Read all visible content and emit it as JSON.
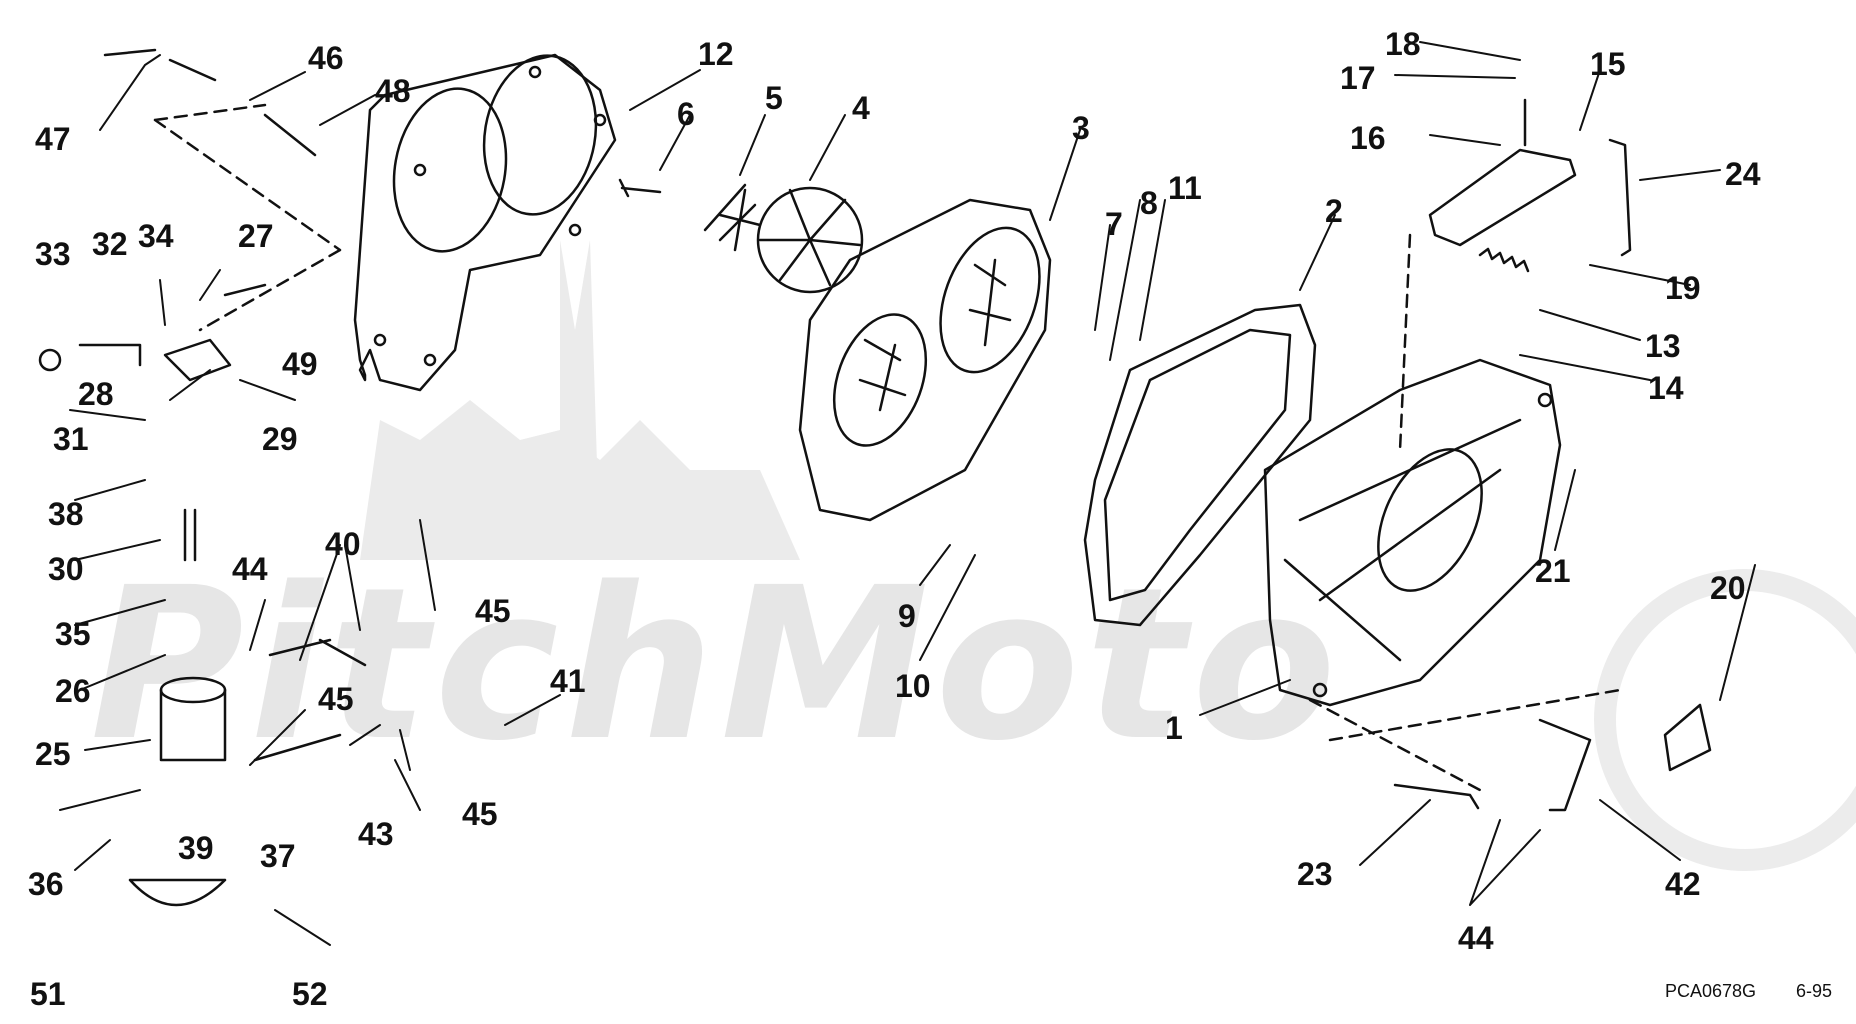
{
  "diagram": {
    "callouts": [
      "1",
      "2",
      "3",
      "4",
      "5",
      "6",
      "7",
      "8",
      "9",
      "10",
      "11",
      "12",
      "13",
      "14",
      "15",
      "16",
      "17",
      "18",
      "19",
      "20",
      "21",
      "23",
      "24",
      "25",
      "26",
      "27",
      "28",
      "29",
      "30",
      "31",
      "32",
      "33",
      "34",
      "35",
      "36",
      "37",
      "38",
      "39",
      "40",
      "41",
      "42",
      "43",
      "44",
      "45",
      "46",
      "47",
      "48",
      "49",
      "51",
      "52"
    ],
    "footer_code": "PCA0678G",
    "footer_date": "6-95",
    "watermark": "PitchMoto"
  },
  "colors": {
    "ink": "#111111",
    "watermark": "#e6e6e6",
    "background": "#ffffff"
  }
}
